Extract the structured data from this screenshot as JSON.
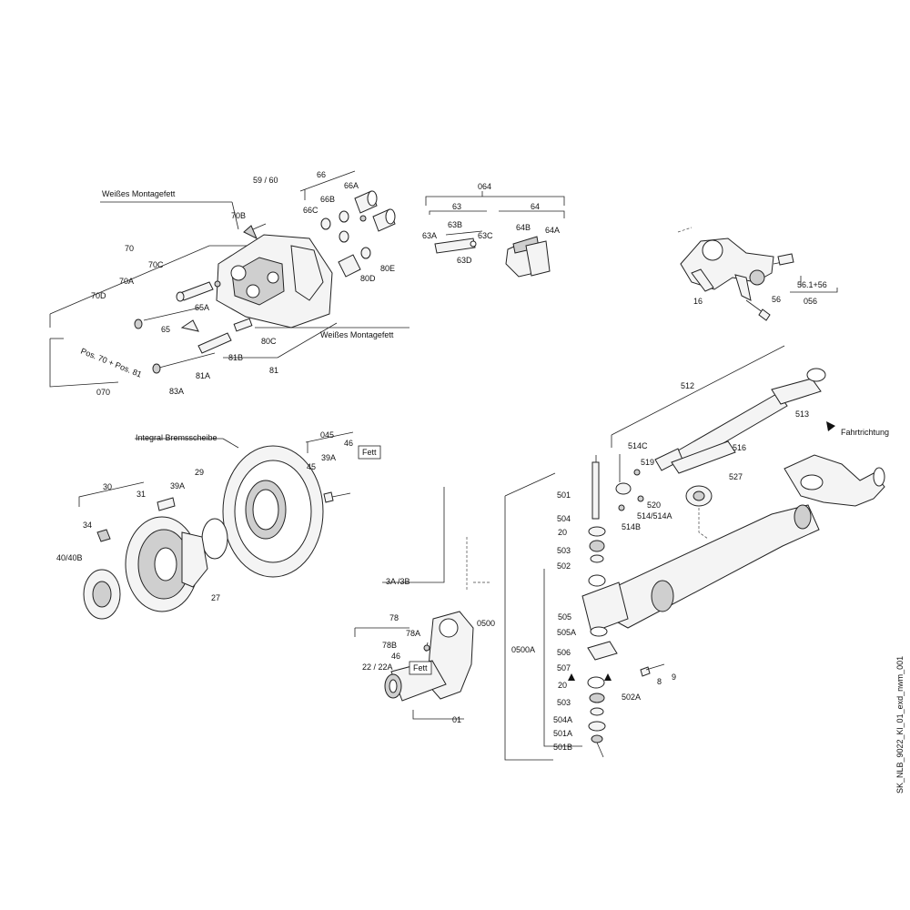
{
  "drawing_id": "SK_NLB_9022_Kl_01_exd_nwm_001",
  "labels": {
    "notes": {
      "weisses_montagefett_top": "Weißes Montagefett",
      "weisses_montagefett_bottom": "Weißes Montagefett",
      "integral_bremsscheibe": "Integral Bremsscheibe",
      "fahrtrichtung": "Fahrtrichtung",
      "pos_70_81": "Pos. 70 + Pos. 81",
      "fett_45": "Fett",
      "fett_46": "Fett"
    },
    "caliper": {
      "p59_60": "59 / 60",
      "p66": "66",
      "p66A": "66A",
      "p66B": "66B",
      "p66C": "66C",
      "p70B": "70B",
      "p70": "70",
      "p70C": "70C",
      "p70A": "70A",
      "p70D": "70D",
      "p65A": "65A",
      "p65": "65",
      "p80C": "80C",
      "p81B": "81B",
      "p81A": "81A",
      "p83A": "83A",
      "p81": "81",
      "p070": "070",
      "p80D": "80D",
      "p80E": "80E"
    },
    "pads": {
      "p064": "064",
      "p63": "63",
      "p64": "64",
      "p63A": "63A",
      "p63B": "63B",
      "p63C": "63C",
      "p63D": "63D",
      "p64B": "64B",
      "p64A": "64A"
    },
    "knuckle": {
      "p16": "16",
      "p56": "56",
      "p56_1_56": "56.1+56",
      "p056": "056"
    },
    "hub": {
      "p045": "045",
      "p46": "46",
      "p39A_top": "39A",
      "p45": "45",
      "p29": "29",
      "p39A": "39A",
      "p30": "30",
      "p31": "31",
      "p34": "34",
      "p40_40B": "40/40B",
      "p27": "27"
    },
    "stub": {
      "p3A_3B": "3A /3B",
      "p78": "78",
      "p78A": "78A",
      "p78B": "78B",
      "p46": "46",
      "p22_22A": "22 / 22A",
      "p01": "01"
    },
    "tierod": {
      "p512": "512",
      "p513": "513",
      "p516": "516",
      "p527": "527",
      "p514C": "514C",
      "p519": "519",
      "p520": "520",
      "p514_514A": "514/514A",
      "p514B": "514B"
    },
    "kingpin": {
      "p501": "501",
      "p504": "504",
      "p20": "20",
      "p503": "503",
      "p502": "502",
      "p0500": "0500",
      "p0500A": "0500A",
      "p505": "505",
      "p505A": "505A",
      "p506": "506",
      "p507": "507",
      "p20b": "20",
      "p503b": "503",
      "p504A": "504A",
      "p501A": "501A",
      "p501B": "501B",
      "p502A": "502A",
      "p8": "8",
      "p9": "9"
    }
  }
}
